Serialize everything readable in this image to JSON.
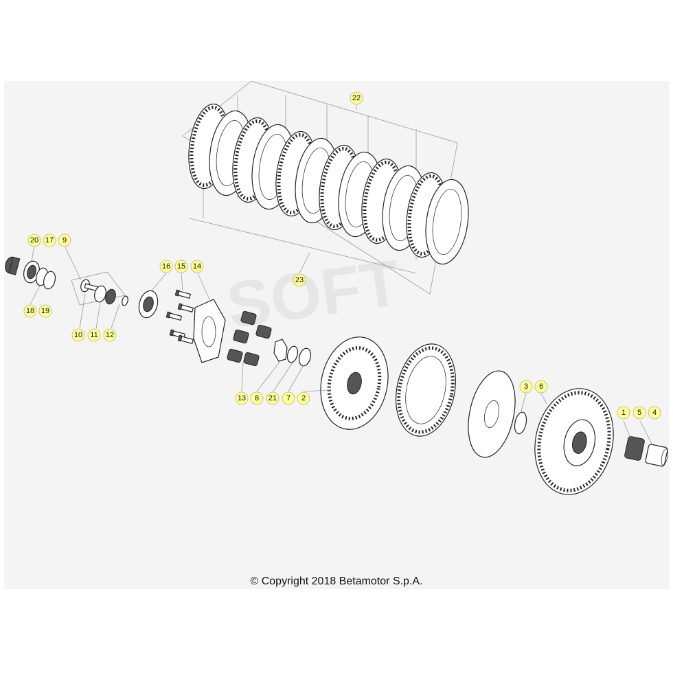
{
  "copyright": "© Copyright 2018 Betamotor S.p.A.",
  "watermark": "SOFT",
  "colors": {
    "callout_fill": "#ffff99",
    "panel_bg": "#f4f4f4"
  },
  "callouts": [
    {
      "label": "22"
    },
    {
      "label": "23"
    },
    {
      "label": "20"
    },
    {
      "label": "17"
    },
    {
      "label": "9"
    },
    {
      "label": "18"
    },
    {
      "label": "19"
    },
    {
      "label": "10"
    },
    {
      "label": "11"
    },
    {
      "label": "12"
    },
    {
      "label": "16"
    },
    {
      "label": "15"
    },
    {
      "label": "14"
    },
    {
      "label": "13"
    },
    {
      "label": "8"
    },
    {
      "label": "21"
    },
    {
      "label": "7"
    },
    {
      "label": "2"
    },
    {
      "label": "3"
    },
    {
      "label": "6"
    },
    {
      "label": "1"
    },
    {
      "label": "5"
    },
    {
      "label": "4"
    }
  ]
}
